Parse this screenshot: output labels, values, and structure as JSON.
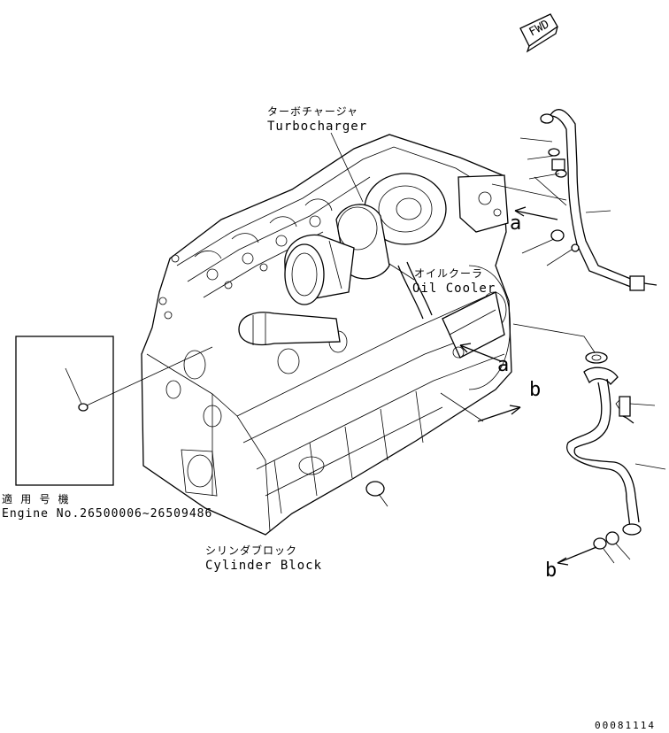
{
  "direction_tag": "FWD",
  "turbocharger": {
    "jp": "ターボチャージャ",
    "en": "Turbocharger"
  },
  "oil_cooler": {
    "jp": "オイルクーラ",
    "en": "Oil Cooler"
  },
  "cylinder_block": {
    "jp": "シリンダブロック",
    "en": "Cylinder Block"
  },
  "applicability": {
    "jp": "適 用 号 機",
    "en": "Engine No.26500006~26509486"
  },
  "refs": {
    "a_top": "a",
    "a_mid": "a",
    "b_mid": "b",
    "b_bottom": "b"
  },
  "drawing_number": "00081114"
}
